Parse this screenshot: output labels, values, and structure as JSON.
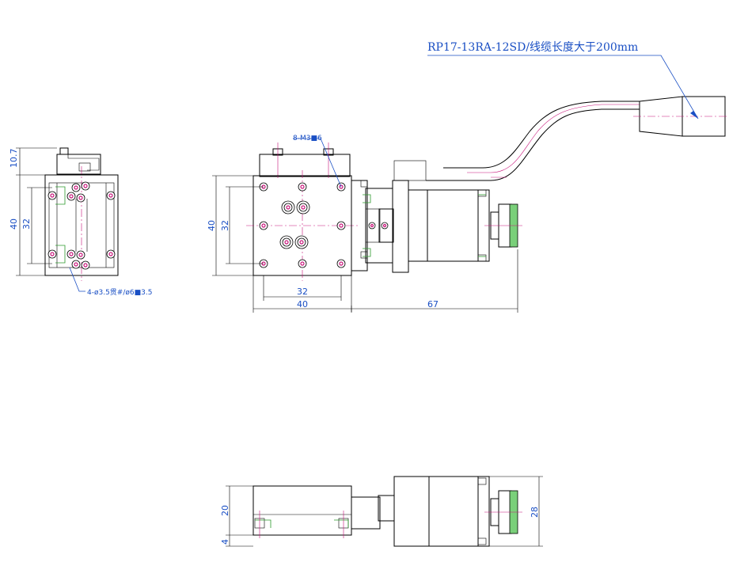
{
  "views": {
    "left": {
      "dims": {
        "top_height": "10.7",
        "height": "40",
        "hole_spacing": "32"
      },
      "note": "4-ø3.5贯#/ø6■3.5"
    },
    "top": {
      "dims": {
        "height": "40",
        "hole_spacing_v": "32",
        "hole_spacing_h": "32",
        "width": "40",
        "motor_length": "67"
      },
      "note": "8-M3■6"
    },
    "front": {
      "dims": {
        "height": "20",
        "base": "4",
        "motor_height": "28"
      }
    }
  },
  "cable_note": "RP17-13RA-12SD/线缆长度大于200mm",
  "colors": {
    "dimension": "#1a4fc4",
    "centerline": "#c8147a",
    "knurl": "#7ad07a"
  }
}
